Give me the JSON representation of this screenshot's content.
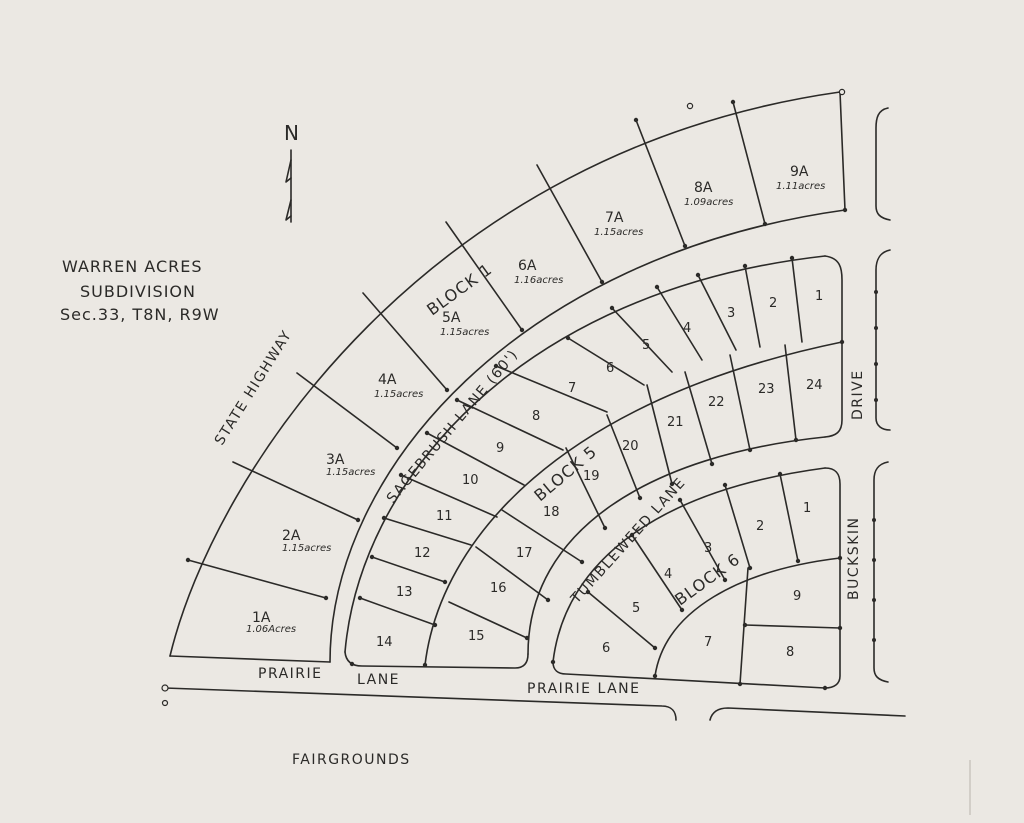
{
  "title": {
    "line1": "WARREN ACRES",
    "line2": "SUBDIVISION",
    "line3": "Sec.33, T8N, R9W"
  },
  "north": "N",
  "streets": {
    "state_highway": "STATE HIGHWAY",
    "sagebrush": "SAGEBRUSH LANE (60')",
    "tumbleweed": "TUMBLEWEED LANE",
    "prairie_left_a": "PRAIRIE",
    "prairie_left_b": "LANE",
    "prairie_right": "PRAIRIE LANE",
    "drive": "DRIVE",
    "buckskin": "BUCKSKIN",
    "fairgrounds": "FAIRGROUNDS"
  },
  "blocks": {
    "block1": "BLOCK 1",
    "block5": "BLOCK 5",
    "block6": "BLOCK 6"
  },
  "block1_lots": [
    {
      "label": "1A",
      "acres": "1.06Acres"
    },
    {
      "label": "2A",
      "acres": "1.15acres"
    },
    {
      "label": "3A",
      "acres": "1.15acres"
    },
    {
      "label": "4A",
      "acres": "1.15acres"
    },
    {
      "label": "5A",
      "acres": "1.15acres"
    },
    {
      "label": "6A",
      "acres": "1.16acres"
    },
    {
      "label": "7A",
      "acres": "1.15acres"
    },
    {
      "label": "8A",
      "acres": "1.09acres"
    },
    {
      "label": "9A",
      "acres": "1.11acres"
    }
  ],
  "block5_outer_lots": [
    "14",
    "13",
    "12",
    "11",
    "10",
    "9",
    "8",
    "7",
    "6",
    "5",
    "4",
    "3",
    "2",
    "1"
  ],
  "block5_inner_lots": [
    "15",
    "16",
    "17",
    "18",
    "19",
    "20",
    "21",
    "22",
    "23",
    "24"
  ],
  "block6_lots": [
    "6",
    "5",
    "4",
    "3",
    "2",
    "1",
    "9",
    "8",
    "7"
  ]
}
